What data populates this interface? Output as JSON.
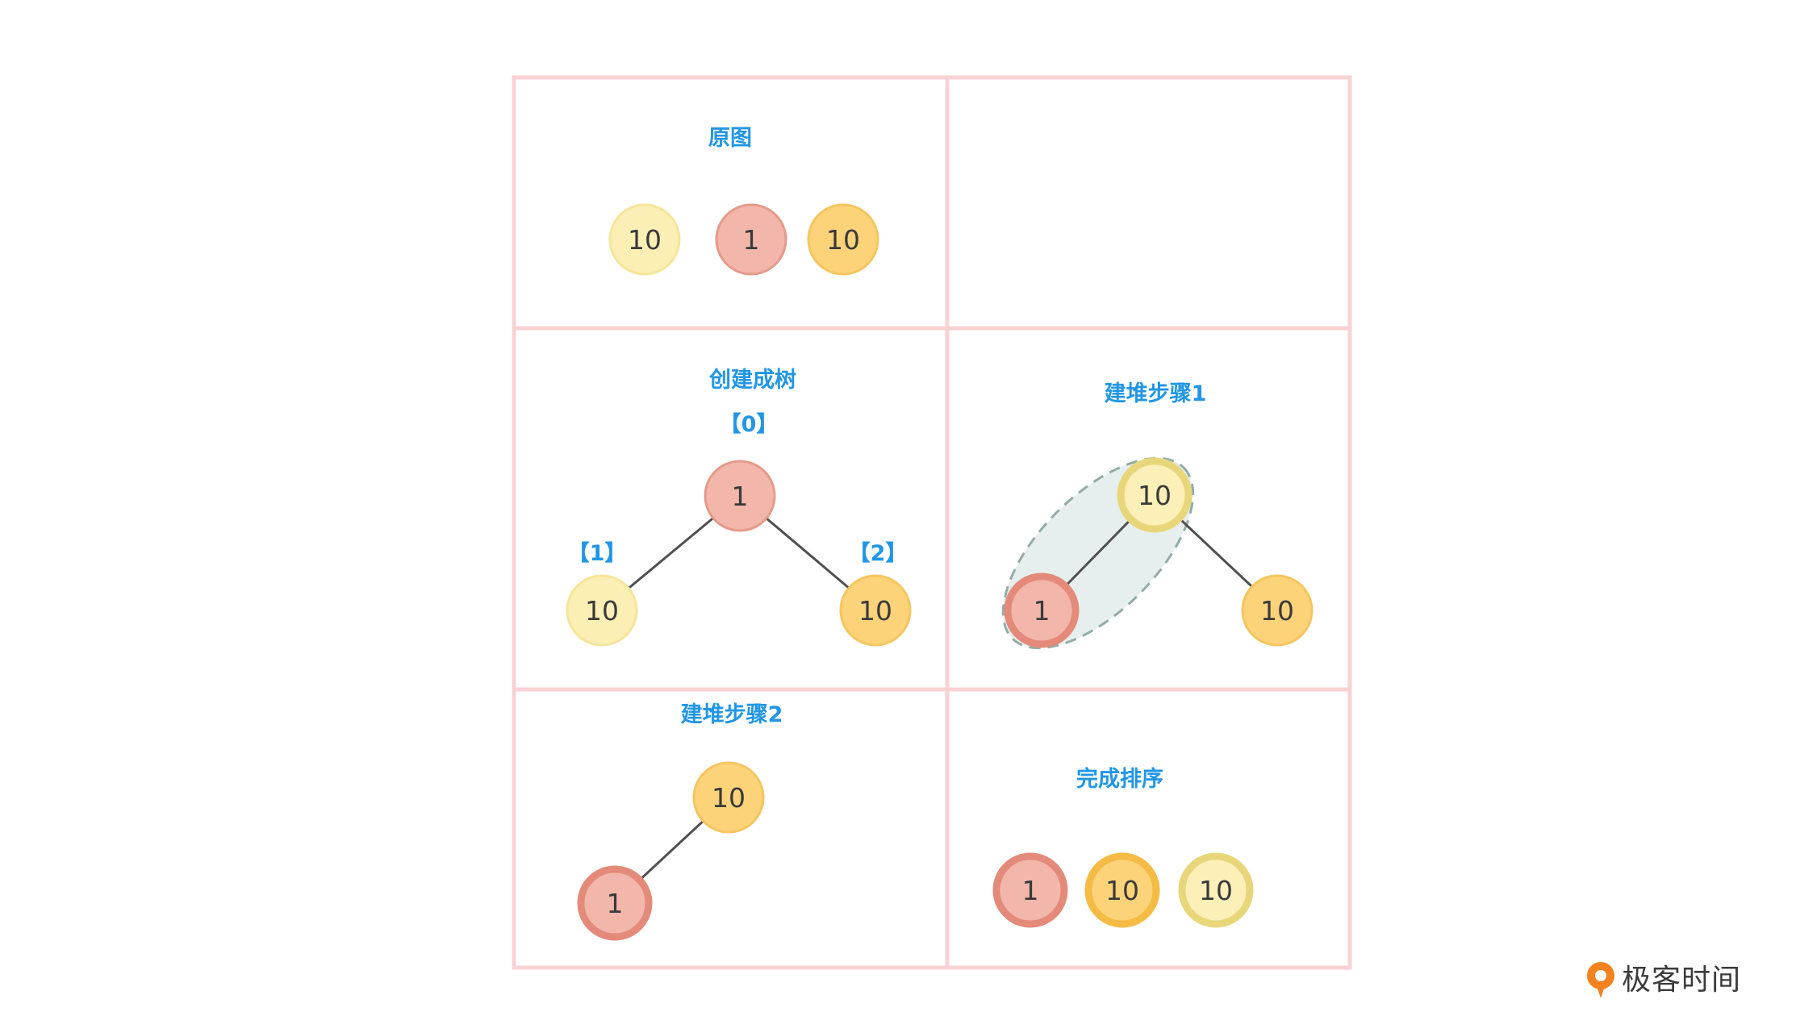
{
  "colors": {
    "grid": "#f9d3d4",
    "label": "#2196e6",
    "edge": "#505050",
    "pale": {
      "fill": "#fbefb5",
      "stroke": "#f6e59a"
    },
    "pale_bold": {
      "fill": "#fcefb8",
      "stroke": "#e8d77a"
    },
    "red": {
      "fill": "#f2b7aa",
      "stroke": "#e69a8b"
    },
    "red_bold": {
      "fill": "#f2b7aa",
      "stroke": "#e48a7b"
    },
    "orange": {
      "fill": "#fdd37a",
      "stroke": "#f5c55f"
    },
    "orange_bold": {
      "fill": "#fdd37a",
      "stroke": "#f4bb45"
    },
    "highlight_fill": "#e6efee",
    "highlight_stroke": "#93aca6"
  },
  "panels": {
    "original": {
      "title": "原图",
      "nodes": [
        {
          "value": "10",
          "style": "pale"
        },
        {
          "value": "1",
          "style": "red"
        },
        {
          "value": "10",
          "style": "orange"
        }
      ]
    },
    "empty": {},
    "build_tree": {
      "title": "创建成树",
      "index_labels": [
        "【0】",
        "【1】",
        "【2】"
      ],
      "nodes": [
        {
          "value": "1",
          "style": "red",
          "role": "root"
        },
        {
          "value": "10",
          "style": "pale",
          "role": "left"
        },
        {
          "value": "10",
          "style": "orange",
          "role": "right"
        }
      ]
    },
    "heap_step1": {
      "title": "建堆步骤1",
      "nodes": [
        {
          "value": "10",
          "style": "pale_bold",
          "role": "root"
        },
        {
          "value": "1",
          "style": "red_bold",
          "role": "left"
        },
        {
          "value": "10",
          "style": "orange",
          "role": "right"
        }
      ]
    },
    "heap_step2": {
      "title": "建堆步骤2",
      "nodes": [
        {
          "value": "10",
          "style": "orange",
          "role": "root"
        },
        {
          "value": "1",
          "style": "red_bold",
          "role": "left"
        }
      ]
    },
    "sorted": {
      "title": "完成排序",
      "nodes": [
        {
          "value": "1",
          "style": "red_bold"
        },
        {
          "value": "10",
          "style": "orange_bold"
        },
        {
          "value": "10",
          "style": "pale_bold"
        }
      ]
    }
  },
  "logo": {
    "text": "极客时间"
  }
}
